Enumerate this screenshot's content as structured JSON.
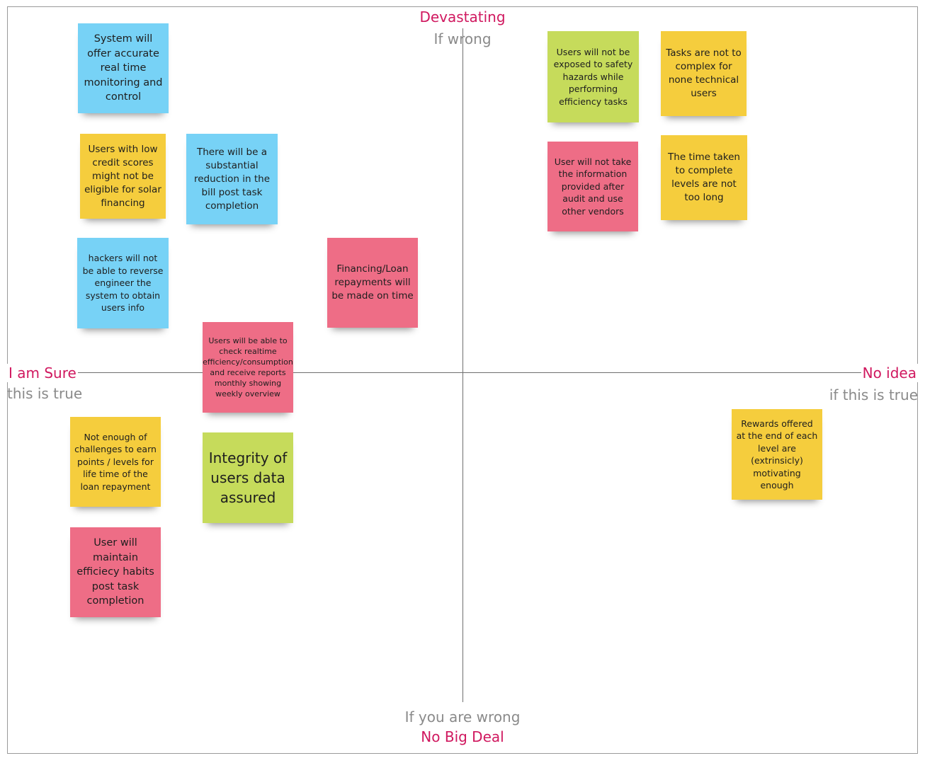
{
  "axes": {
    "top_strong": "Devastating",
    "top_soft": "If wrong",
    "left_strong": "I am Sure",
    "left_soft": "this is true",
    "right_strong": "No idea",
    "right_soft": "if this is true",
    "bottom_soft": "If you are wrong",
    "bottom_strong": "No Big Deal"
  },
  "colors": {
    "blue": "#77d2f6",
    "yellow": "#f5cd3d",
    "red": "#ee6d86",
    "green": "#c6db5b",
    "label_accent": "#d0185f",
    "label_muted": "#8a8a8a"
  },
  "notes": [
    {
      "text": "System will offer accurate real time monitoring and control",
      "color": "blue"
    },
    {
      "text": "Users with low credit scores might not be eligible for solar financing",
      "color": "yellow"
    },
    {
      "text": "There will be a substantial reduction in the bill post task completion",
      "color": "blue"
    },
    {
      "text": "hackers will not be able to reverse engineer the system to obtain users info",
      "color": "blue"
    },
    {
      "text": "Financing/Loan repayments will be made on time",
      "color": "red"
    },
    {
      "text": "Users will be able to check realtime efficiency/consumption and receive reports monthly showing weekly overview",
      "color": "red"
    },
    {
      "text": "Not enough of challenges to earn points / levels for life time of the loan repayment",
      "color": "yellow"
    },
    {
      "text": "Integrity of users data assured",
      "color": "green"
    },
    {
      "text": "User will maintain efficiecy habits post task completion",
      "color": "red"
    },
    {
      "text": "Users will not be exposed to safety hazards while performing efficiency tasks",
      "color": "green"
    },
    {
      "text": "Tasks are not to complex for none technical users",
      "color": "yellow"
    },
    {
      "text": "User will not take the information provided after audit and use other vendors",
      "color": "red"
    },
    {
      "text": "The time taken to complete levels are not too long",
      "color": "yellow"
    },
    {
      "text": "Rewards offered at the end of each level are (extrinsicly) motivating enough",
      "color": "yellow"
    }
  ]
}
